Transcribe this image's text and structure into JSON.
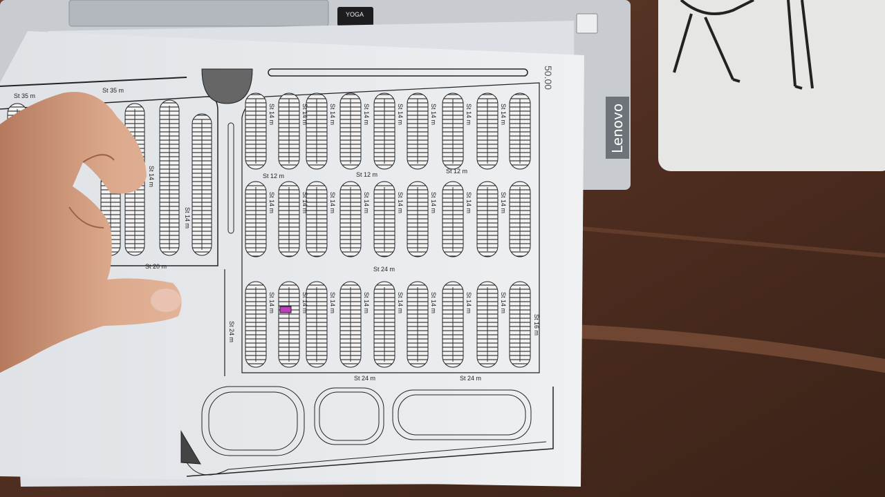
{
  "scene": {
    "laptop_brand": "Lenovo",
    "laptop_model_badge": "YOGA",
    "plan_dimension": "50.00"
  },
  "streets": {
    "st35": "St 35 m",
    "st14": "St 14 m",
    "st12": "St 12 m",
    "st24": "St 24 m",
    "st20": "St 20 m",
    "st16": "St 16 m"
  },
  "colors": {
    "desk": "#5a3626",
    "paper": "#e9ebee",
    "laptop": "#c9cdd2",
    "highlight_plot": "#c03cc0",
    "skin": "#d9a184"
  }
}
